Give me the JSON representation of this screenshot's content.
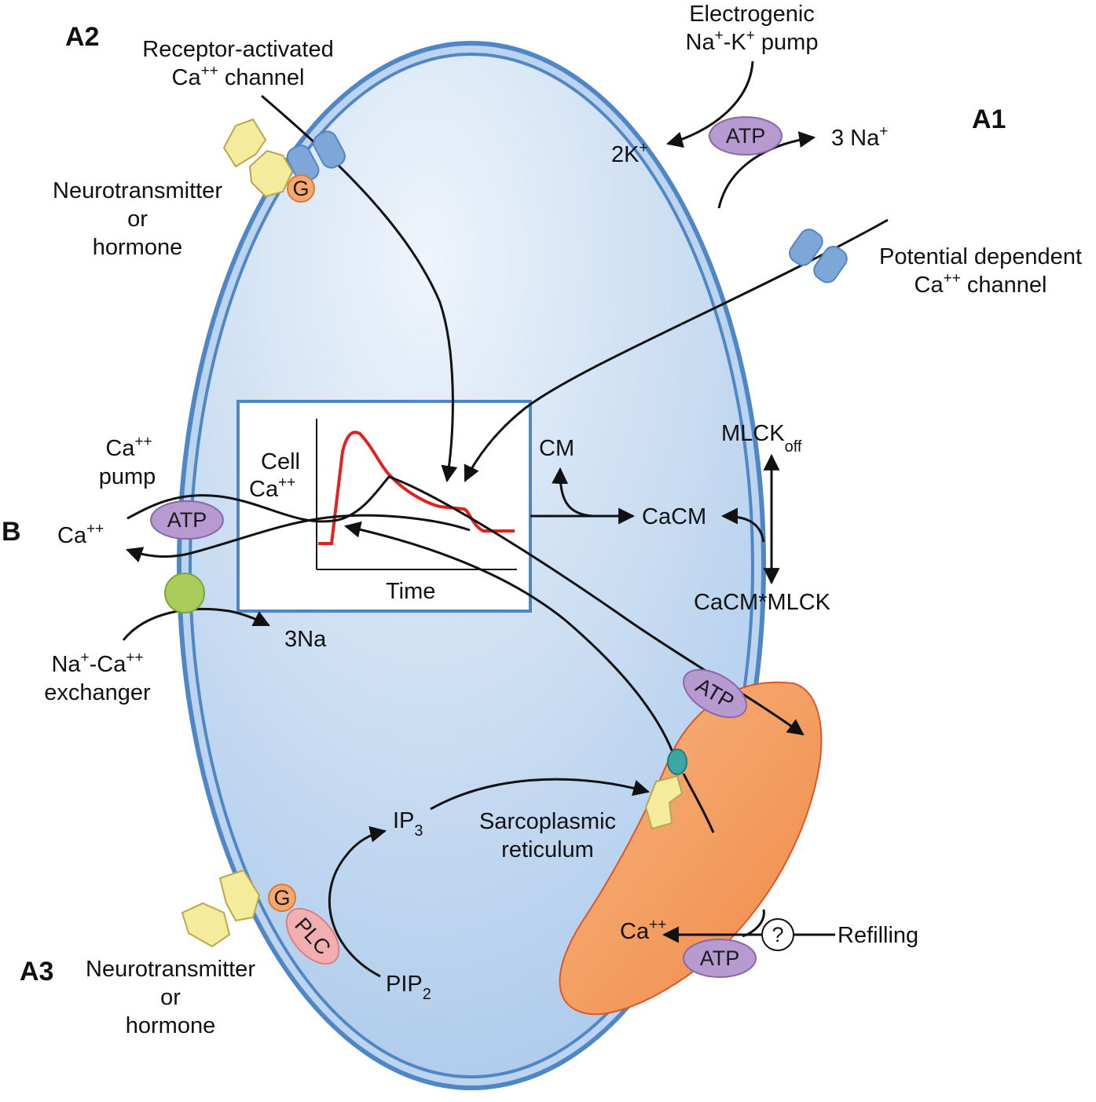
{
  "colors": {
    "cell_fill": "#c5daf0",
    "membrane": "#4f86c6",
    "membrane_inner": "#a9c8ea",
    "sr_fill": "#f39a5c",
    "sr_edge": "#e0542a",
    "atp_fill": "#b69ad0",
    "g_protein": "#f7a870",
    "plc": "#f3aeb0",
    "channel": "#7ea7d8",
    "receptor": "#f4ec9c",
    "exchanger": "#a9cc5a",
    "trace": "#e0231f"
  },
  "panels": {
    "a1": "A1",
    "a2": "A2",
    "a3": "A3",
    "b": "B"
  },
  "labels": {
    "receptor_channel": {
      "line1": "Receptor-activated",
      "line2_pre": "Ca",
      "line2_sup": "++",
      "line2_post": " channel"
    },
    "neurotransmitter_top": {
      "line1": "Neurotransmitter",
      "line2": "or",
      "line3": "hormone"
    },
    "neurotransmitter_bottom": {
      "line1": "Neurotransmitter",
      "line2": "or",
      "line3": "hormone"
    },
    "pump_title": {
      "line1": "Electrogenic",
      "na": "Na",
      "plus": "+",
      "dash": "-K",
      "pump": " pump"
    },
    "k_out": {
      "pre": "2K",
      "sup": "+"
    },
    "na_out": {
      "pre": "3 Na",
      "sup": "+"
    },
    "potential_channel": {
      "line1": "Potential dependent",
      "line2_pre": "Ca",
      "line2_sup": "++",
      "line2_post": " channel"
    },
    "ca_pump": {
      "line1_pre": "Ca",
      "line1_sup": "++",
      "line2": "pump"
    },
    "ca_out": {
      "pre": "Ca",
      "sup": "++"
    },
    "na3": "3Na",
    "exchanger": {
      "na": "Na",
      "plus": "+",
      "dash": "-Ca",
      "plusplus": "++",
      "line2": "exchanger"
    },
    "cm": "CM",
    "cacm": "CaCM",
    "mlck_off": {
      "pre": "MLCK",
      "sub": "off"
    },
    "cacm_mlck": "CaCM*MLCK",
    "ip3": {
      "pre": "IP",
      "sub": "3"
    },
    "pip2": {
      "pre": "PIP",
      "sub": "2"
    },
    "sr": {
      "line1": "Sarcoplasmic",
      "line2": "reticulum"
    },
    "ca_sr": {
      "pre": "Ca",
      "sup": "++"
    },
    "refilling": "Refilling",
    "question": "?"
  },
  "badges": {
    "atp": "ATP",
    "g": "G",
    "plc": "PLC"
  },
  "inset": {
    "ylabel_line1": "Cell",
    "ylabel_pre": "Ca",
    "ylabel_sup": "++",
    "xlabel": "Time"
  }
}
